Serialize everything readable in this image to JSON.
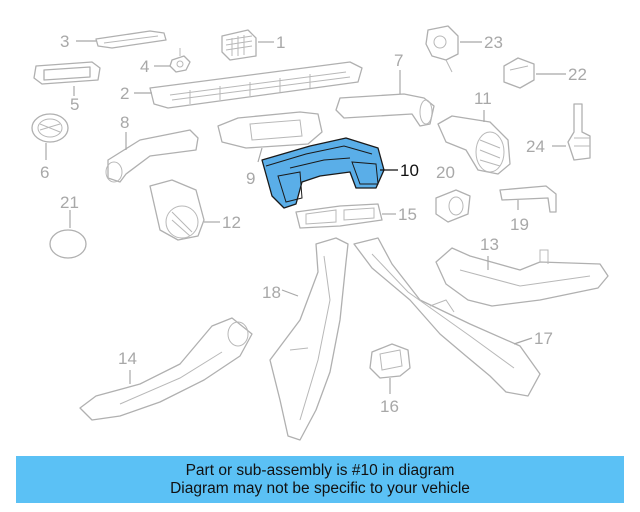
{
  "callouts": {
    "c1": "1",
    "c2": "2",
    "c3": "3",
    "c4": "4",
    "c5": "5",
    "c6": "6",
    "c7": "7",
    "c8": "8",
    "c9": "9",
    "c10": "10",
    "c11": "11",
    "c12": "12",
    "c13": "13",
    "c14": "14",
    "c15": "15",
    "c16": "16",
    "c17": "17",
    "c18": "18",
    "c19": "19",
    "c20": "20",
    "c21": "21",
    "c22": "22",
    "c23": "23",
    "c24": "24"
  },
  "highlighted_part": "10",
  "colors": {
    "highlight": "#5aaee8",
    "banner": "#5bc1f5",
    "part_outline": "#b0b0b0"
  },
  "banner": {
    "line1": "Part or sub-assembly is #10 in diagram",
    "line2": "Diagram may not be specific to your vehicle"
  }
}
